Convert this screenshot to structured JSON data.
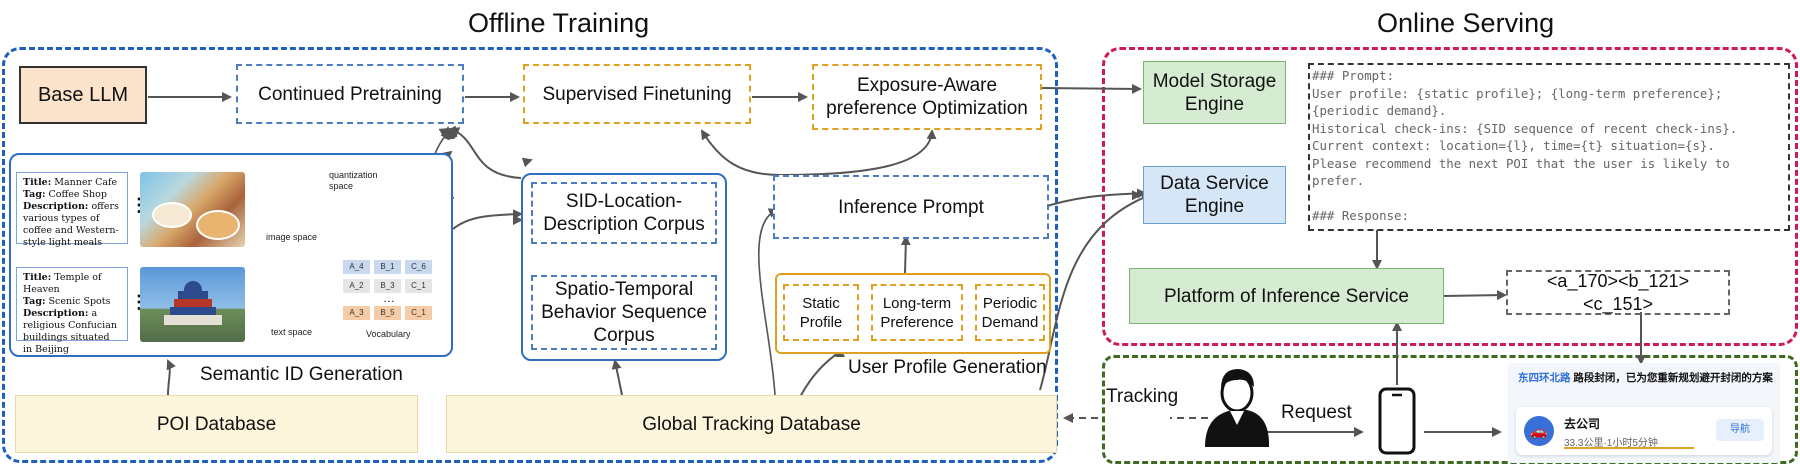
{
  "titles": {
    "offline": "Offline Training",
    "online": "Online Serving"
  },
  "pipeline": {
    "base_llm": "Base LLM",
    "continued_pretraining": "Continued Pretraining",
    "supervised_finetuning": "Supervised Finetuning",
    "exposure_aware": "Exposure-Aware preference Optimization"
  },
  "semantic_id": {
    "label": "Semantic ID Generation",
    "card1": {
      "title": "Manner Cafe",
      "tag": "Coffee Shop",
      "description": "offers various types of coffee and Western-style light meals"
    },
    "card2": {
      "title": "Temple of Heaven",
      "tag": "Scenic Spots",
      "description": "a religious Confucian buildings situated in Beijing"
    },
    "field_title": "Title:",
    "field_tag": "Tag:",
    "field_description": "Description:",
    "image_space": "image space",
    "text_space": "text space",
    "quantization_space": "quantization space",
    "vocabulary": "Vocabulary",
    "vocab_rows": [
      [
        "A_4",
        "B_1",
        "C_6"
      ],
      [
        "A_2",
        "B_3",
        "C_1"
      ],
      [
        "A_3",
        "B_5",
        "C_1"
      ]
    ],
    "ellipsis": "…"
  },
  "corpus": {
    "sid_location": "SID-Location-Description Corpus",
    "spatio_temporal": "Spatio-Temporal Behavior Sequence Corpus"
  },
  "inference_prompt": "Inference Prompt",
  "user_profile": {
    "label": "User Profile Generation",
    "static": "Static Profile",
    "long_term": "Long-term Preference",
    "periodic": "Periodic Demand"
  },
  "databases": {
    "poi": "POI Database",
    "global": "Global Tracking Database"
  },
  "online": {
    "model_storage": "Model Storage Engine",
    "data_service": "Data Service Engine",
    "platform": "Platform of Inference Service",
    "output_tokens": "<a_170><b_121><c_151>",
    "tracking": "Tracking",
    "request": "Request"
  },
  "prompt_lines": [
    "### Prompt:",
    "User profile: {static profile}; {long-term preference};",
    "{periodic demand}.",
    "Historical check-ins: {SID sequence of recent check-ins}.",
    "Current context: location={l}, time={t} situation={s}.",
    "Please recommend the next POI that the user is likely to",
    "prefer.",
    "",
    "### Response:"
  ],
  "phone_screen": {
    "road": "东四环北路",
    "notice": "路段封闭，已为您重新规划避开封闭的方案",
    "destination": "去公司",
    "route_info": "33.3公里·1小时5分钟",
    "nav_button": "导航"
  },
  "colors": {
    "offline_border": "#1f5fbf",
    "online_border": "#d0185e",
    "tracking_border": "#3d6b22",
    "accent_orange": "#e0a020",
    "arrow_gray": "#555555"
  }
}
